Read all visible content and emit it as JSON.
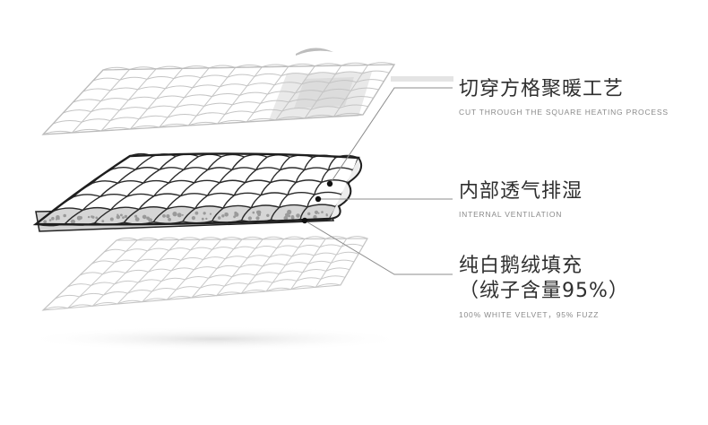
{
  "labels": {
    "top": {
      "title": "切穿方格聚暖工艺",
      "subtitle": "CUT THROUGH THE SQUARE HEATING PROCESS"
    },
    "middle": {
      "title": "内部透气排湿",
      "subtitle": "INTERNAL VENTILATION"
    },
    "bottom": {
      "title": "纯白鹅绒填充",
      "title_line2": "（绒子含量95%）",
      "subtitle": "100% WHITE VELVET，95% FUZZ"
    }
  },
  "colors": {
    "outline": "#222222",
    "grid_light": "#c4c4c4",
    "fill_gray": "#cfcfcf",
    "title_text": "#2f2f2f",
    "subtitle_text": "#8a8a8a"
  }
}
